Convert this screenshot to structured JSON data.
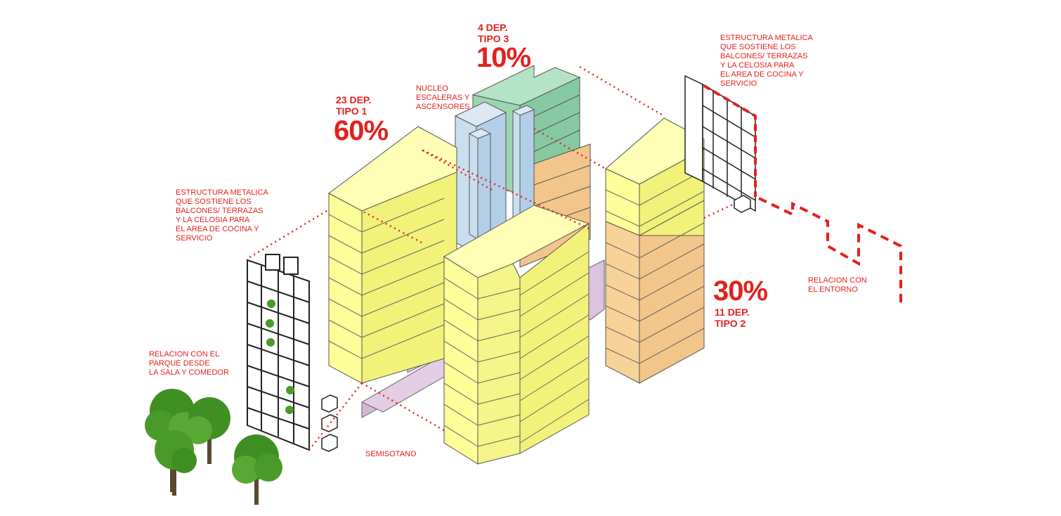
{
  "labels": {
    "tipo3_count": "4 DEP.",
    "tipo3_type": "TIPO 3",
    "tipo3_pct": "10%",
    "nucleo": "NUCLEO\nESCALERAS Y\nASCENSORES",
    "tipo1_count": "23 DEP.",
    "tipo1_type": "TIPO 1",
    "tipo1_pct": "60%",
    "estructura_right": "ESTRUCTURA METALICA\nQUE SOSTIENE LOS\nBALCONES/ TERRAZAS\nY LA CELOSIA PARA\nEL AREA DE COCINA Y\nSERVICIO",
    "estructura_left": "ESTRUCTURA METALICA\nQUE SOSTIENE LOS\nBALCONES/ TERRAZAS\nY LA CELOSIA PARA\nEL AREA DE COCINA Y\nSERVICIO",
    "tipo2_pct": "30%",
    "tipo2_count": "11 DEP.",
    "tipo2_type": "TIPO 2",
    "relacion_entorno": "RELACION CON\nEL ENTORNO",
    "relacion_parque": "RELACION CON EL\nPARQUE DESDE\nLA SALA Y COMEDOR",
    "semisotano": "SEMISOTANO"
  },
  "colors": {
    "tipo1": "#ffff99",
    "tipo2": "#f7d399",
    "tipo3": "#9bd6b0",
    "nucleo": "#c9dff0",
    "semisotano": "#ddc3de",
    "accent": "#e3211c",
    "tree": "#4a9a2a"
  }
}
